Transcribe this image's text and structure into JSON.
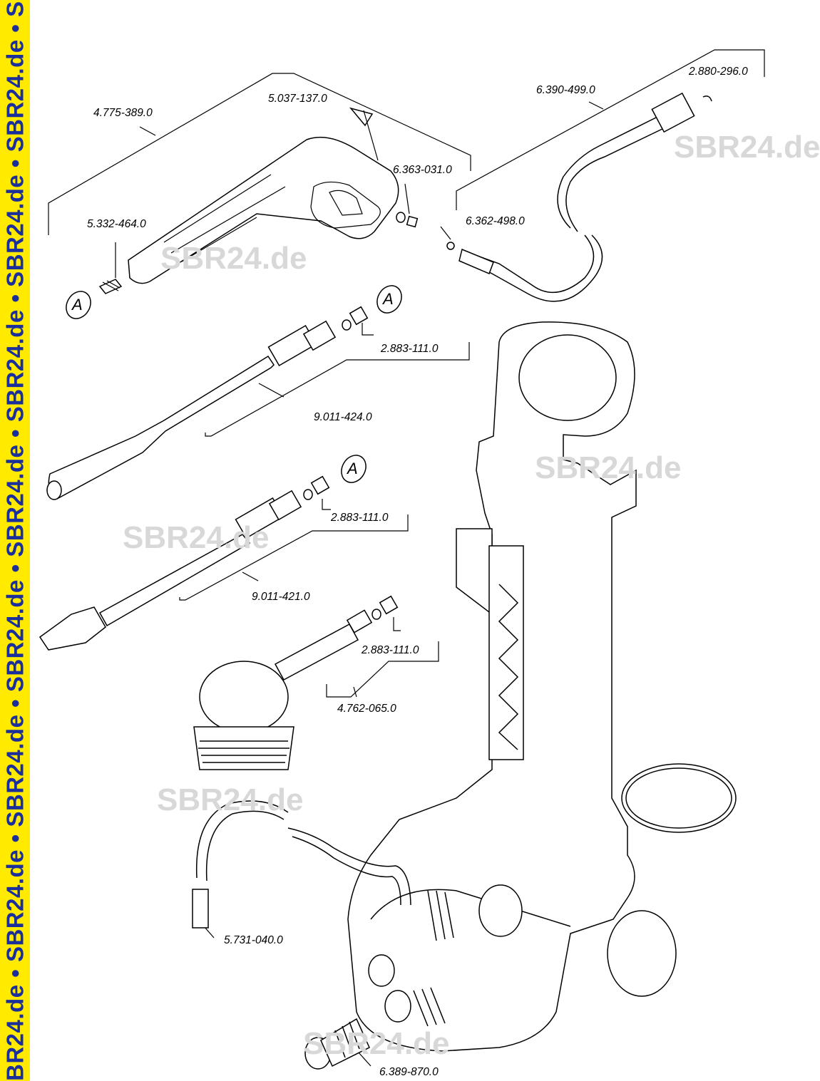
{
  "banner": {
    "text": "BR24.de • SBR24.de • SBR24.de • SBR24.de • SBR24.de • SBR24.de • SBR24.de • SBR24.de • SBR24.de • SBR24.de • SBR24.de • SBR24.d"
  },
  "watermarks": [
    "SBR24.de",
    "SBR24.de",
    "SBR24.de",
    "SBR24.de",
    "SBR24.de",
    "SBR24.de"
  ],
  "callouts": {
    "gun_body": "4.775-389.0",
    "clip": "5.037-137.0",
    "hose_end_clip": "2.880-296.0",
    "hose": "6.390-499.0",
    "seal_nut": "6.363-031.0",
    "spring": "5.332-464.0",
    "o_ring": "6.362-498.0",
    "nozzle_seal_1": "2.883-111.0",
    "vario_lance": "9.011-424.0",
    "nozzle_seal_2": "2.883-111.0",
    "rotor_lance": "9.011-421.0",
    "nozzle_seal_3": "2.883-111.0",
    "wash_brush": "4.762-065.0",
    "suction_filter": "5.731-040.0",
    "hose_coupling": "6.389-870.0"
  },
  "markers": {
    "a1": "A",
    "a2": "A",
    "a3": "A"
  }
}
